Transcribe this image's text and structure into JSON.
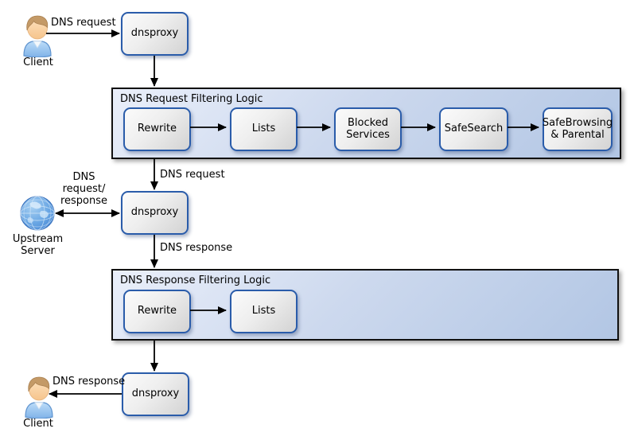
{
  "diagram": {
    "nodes": {
      "client_top": {
        "label": "Client"
      },
      "dnsproxy_top": {
        "label": "dnsproxy"
      },
      "dnsproxy_mid": {
        "label": "dnsproxy"
      },
      "dnsproxy_bottom": {
        "label": "dnsproxy"
      },
      "upstream_server": {
        "label": "Upstream\nServer"
      },
      "client_bottom": {
        "label": "Client"
      }
    },
    "containers": {
      "request_filtering": {
        "title": "DNS Request Filtering Logic",
        "steps": [
          "Rewrite",
          "Lists",
          "Blocked\nServices",
          "SafeSearch",
          "SafeBrowsing\n& Parental"
        ]
      },
      "response_filtering": {
        "title": "DNS Response Filtering Logic",
        "steps": [
          "Rewrite",
          "Lists"
        ]
      }
    },
    "edge_labels": {
      "client_to_proxy": "DNS request",
      "filter_to_proxy": "DNS request",
      "upstream_link": "DNS\nrequest/\nresponse",
      "proxy_to_filter": "DNS response",
      "proxy_to_client": "DNS response"
    },
    "colors": {
      "node_border": "#2a5caa",
      "container_fill_start": "#eaeffa",
      "container_fill_end": "#b2c6e4",
      "arrow": "#000000"
    }
  }
}
